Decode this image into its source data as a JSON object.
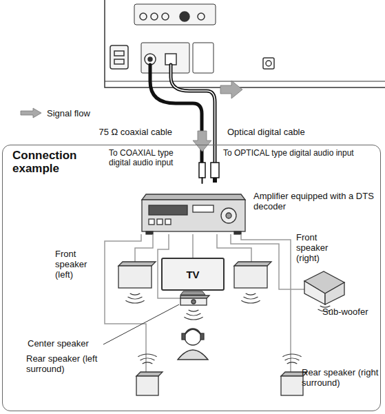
{
  "diagram": {
    "nodes": [
      {
        "text": [
          "Connection example"
        ]
      },
      {
        "text": [
          "TV"
        ],
        "in": 0
      }
    ],
    "labels": [
      "75 Ω coaxial cable",
      "Optical digital cable",
      "To COAXIAL type digital audio input",
      "To OPTICAL type digital audio input",
      "Amplifier equipped with a DTS decoder",
      "Front speaker (left)",
      "Front speaker (right)",
      "Sub-woofer",
      "Center speaker",
      "Rear speaker (left surround)",
      "Rear speaker (right surround)"
    ],
    "legend": [
      {
        "text": "Signal flow"
      }
    ]
  }
}
